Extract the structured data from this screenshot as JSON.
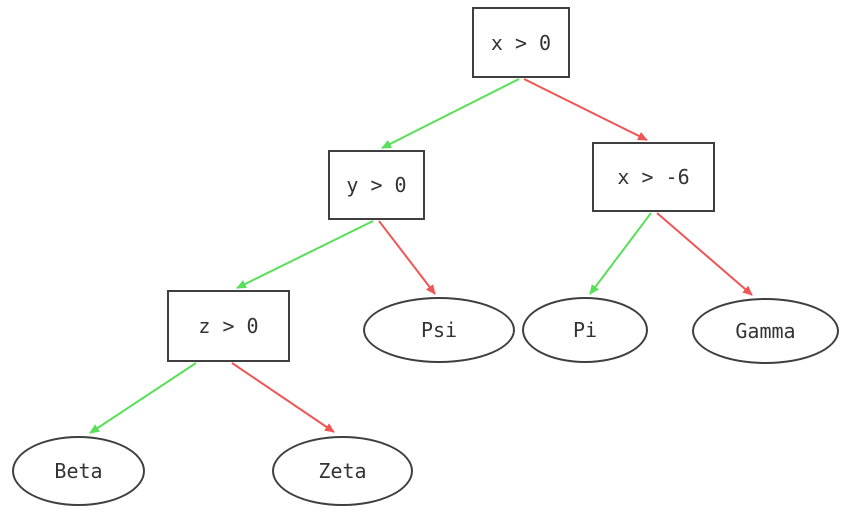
{
  "diagram": {
    "type": "decision-tree",
    "background": "#ffffff",
    "node_border_color": "#3f3f3f",
    "text_color": "#333333",
    "edge_colors": {
      "true_branch": "#57e057",
      "false_branch": "#f05555"
    },
    "nodes": [
      {
        "id": "cond-x-gt-0",
        "label": "x > 0",
        "shape": "rect"
      },
      {
        "id": "cond-y-gt-0",
        "label": "y > 0",
        "shape": "rect"
      },
      {
        "id": "cond-x-gt-neg6",
        "label": "x > -6",
        "shape": "rect"
      },
      {
        "id": "cond-z-gt-0",
        "label": "z > 0",
        "shape": "rect"
      },
      {
        "id": "leaf-psi",
        "label": "Psi",
        "shape": "ellipse"
      },
      {
        "id": "leaf-pi",
        "label": "Pi",
        "shape": "ellipse"
      },
      {
        "id": "leaf-gamma",
        "label": "Gamma",
        "shape": "ellipse"
      },
      {
        "id": "leaf-beta",
        "label": "Beta",
        "shape": "ellipse"
      },
      {
        "id": "leaf-zeta",
        "label": "Zeta",
        "shape": "ellipse"
      }
    ],
    "edges": [
      {
        "from": "x > 0",
        "to": "y > 0",
        "branch": "true",
        "color": "green"
      },
      {
        "from": "x > 0",
        "to": "x > -6",
        "branch": "false",
        "color": "red"
      },
      {
        "from": "y > 0",
        "to": "z > 0",
        "branch": "true",
        "color": "green"
      },
      {
        "from": "y > 0",
        "to": "Psi",
        "branch": "false",
        "color": "red"
      },
      {
        "from": "x > -6",
        "to": "Pi",
        "branch": "true",
        "color": "green"
      },
      {
        "from": "x > -6",
        "to": "Gamma",
        "branch": "false",
        "color": "red"
      },
      {
        "from": "z > 0",
        "to": "Beta",
        "branch": "true",
        "color": "green"
      },
      {
        "from": "z > 0",
        "to": "Zeta",
        "branch": "false",
        "color": "red"
      }
    ]
  }
}
